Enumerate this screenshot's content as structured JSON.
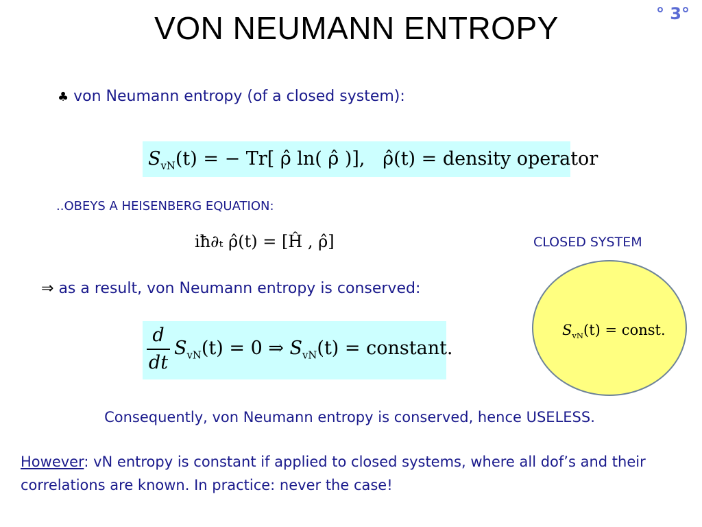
{
  "slide": {
    "title": "VON NEUMANN ENTROPY",
    "page_number": "° 3°",
    "bullet": {
      "icon": "club-icon",
      "glyph": "♣",
      "text": "von Neumann entropy (of a closed system):"
    },
    "equation_1": {
      "lhs": "S",
      "lhs_sub": "vN",
      "arg": "(t) = − Tr[ ρ̂ ln( ρ̂ )],",
      "rhs": "ρ̂(t) = density operator"
    },
    "obeys_text": "..OBEYS A HEISENBERG EQUATION:",
    "equation_2": "iħ∂ₜ ρ̂(t) = [Ĥ , ρ̂]",
    "closed_system_label": "CLOSED SYSTEM",
    "circle_equation": {
      "lhs": "S",
      "lhs_sub": "vN",
      "rhs": "(t) = const."
    },
    "result": {
      "arrow": "⇒",
      "text": "as a result, von Neumann entropy is conserved:"
    },
    "equation_3": {
      "frac_num": "d",
      "frac_den": "dt",
      "part1": "S",
      "part1_sub": "vN",
      "part2": "(t) = 0 ⇒ ",
      "part3": "S",
      "part3_sub": "vN",
      "part4": "(t) = constant."
    },
    "consequently": "Consequently, von Neumann entropy is conserved, hence USELESS.",
    "however_label": "However",
    "however_text": ": vN entropy is constant if applied to closed systems, where all dof’s and their correlations are known. In practice: never the case!"
  },
  "colors": {
    "text_blue": "#1a1a8c",
    "math_box": "#ccffff",
    "circle_fill": "#ffff80",
    "circle_border": "#6d8399",
    "page_number": "#5a6bd4"
  }
}
